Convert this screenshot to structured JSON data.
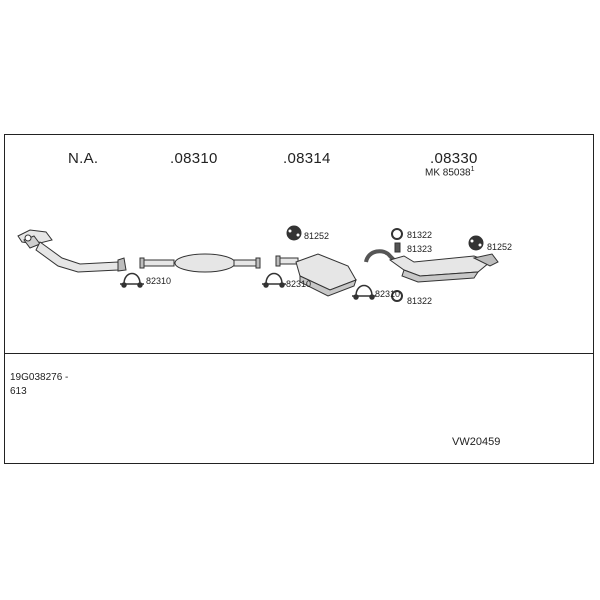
{
  "headers": [
    "N.A.",
    ".08310",
    ".08314",
    ".08330"
  ],
  "mk_label": "MK 85038",
  "mk_sup": "1",
  "part_labels": {
    "clamp1": "82310",
    "clamp2": "82310",
    "clamp3": "82310",
    "mount1": "81252",
    "mount2": "81252",
    "ring_top": "81322",
    "bolt": "81323",
    "ring_bottom": "81322"
  },
  "footer": {
    "code_line1": "19G038276 -",
    "code_line2": "613",
    "model": "VW20459"
  }
}
